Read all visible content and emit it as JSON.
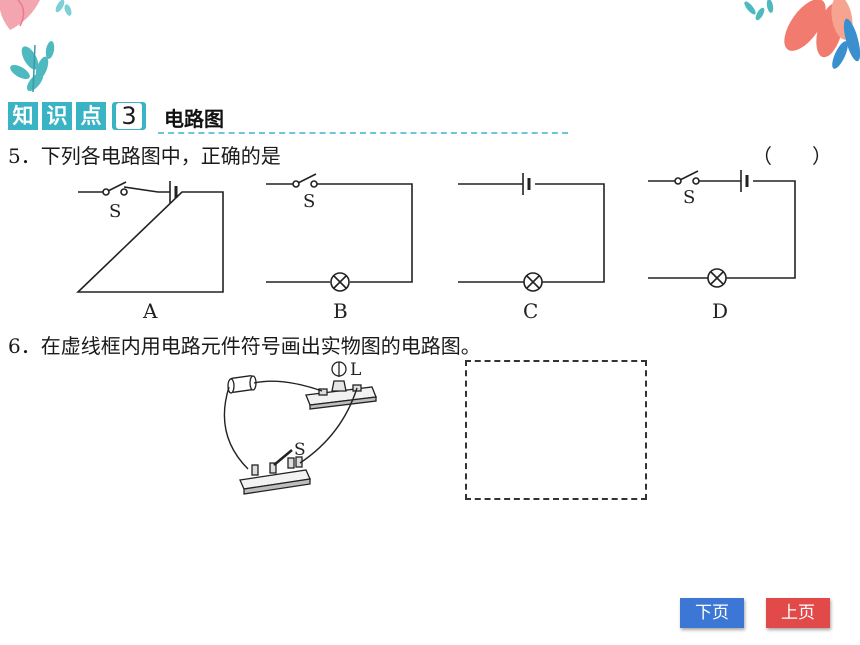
{
  "section": {
    "keyword_chars": [
      "知",
      "识",
      "点"
    ],
    "number": "3",
    "title": "电路图"
  },
  "questions": {
    "q5": {
      "text": "5．下列各电路图中，正确的是",
      "answer_parens": "（　　）",
      "options": [
        {
          "label": "A",
          "switch_label": "S"
        },
        {
          "label": "B",
          "switch_label": "S"
        },
        {
          "label": "C"
        },
        {
          "label": "D",
          "switch_label": "S"
        }
      ]
    },
    "q6": {
      "text": "6．在虚线框内用电路元件符号画出实物图的电路图。",
      "lamp_label": "L",
      "switch_label": "S"
    }
  },
  "nav": {
    "next_label": "下页",
    "prev_label": "上页"
  },
  "colors": {
    "accent": "#3ab3c4",
    "next_button": "#3c77d6",
    "prev_button": "#e24a4a"
  }
}
